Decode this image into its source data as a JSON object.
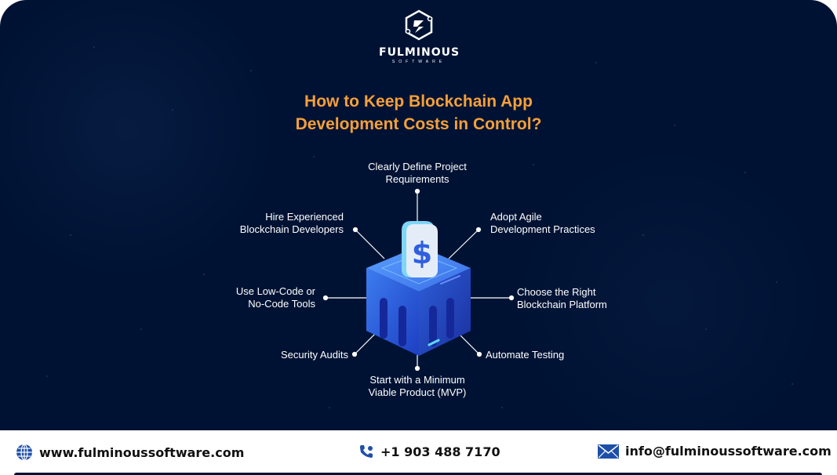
{
  "brand": {
    "name": "FULMINOUS",
    "tagline": "SOFTWARE",
    "logo_icon": "lightning-hexagon-icon"
  },
  "title": {
    "line1": "How to Keep Blockchain App",
    "line2": "Development Costs in Control?"
  },
  "center_graphic": {
    "icon": "dollar-cube-icon",
    "symbol": "$"
  },
  "tips": [
    {
      "line1": "Clearly Define Project",
      "line2": "Requirements",
      "position": "top"
    },
    {
      "line1": "Adopt Agile",
      "line2": "Development Practices",
      "position": "top-right"
    },
    {
      "line1": "Choose the Right",
      "line2": "Blockchain Platform",
      "position": "right"
    },
    {
      "line1": "Automate Testing",
      "line2": "",
      "position": "bottom-right"
    },
    {
      "line1": "Start with a Minimum",
      "line2": "Viable Product (MVP)",
      "position": "bottom"
    },
    {
      "line1": "Security Audits",
      "line2": "",
      "position": "bottom-left"
    },
    {
      "line1": "Use Low-Code or",
      "line2": "No-Code Tools",
      "position": "left"
    },
    {
      "line1": "Hire Experienced",
      "line2": "Blockchain Developers",
      "position": "top-left"
    }
  ],
  "footer": {
    "website": {
      "icon": "globe-icon",
      "text": "www.fulminoussoftware.com"
    },
    "phone": {
      "icon": "phone-icon",
      "text": "+1 903 488 7170"
    },
    "email": {
      "icon": "envelope-icon",
      "text": "info@fulminoussoftware.com"
    }
  },
  "colors": {
    "background": "#001233",
    "title": "#f5a03a",
    "text": "#ffffff",
    "cube": "#2f5fe0",
    "icon_blue": "#1e4fa8"
  }
}
